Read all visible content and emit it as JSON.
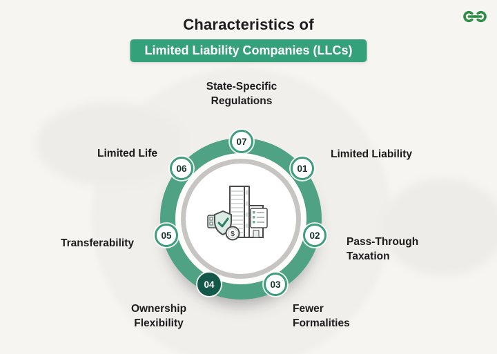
{
  "page": {
    "title": "Characteristics of",
    "badge": "Limited Liability Companies (LLCs)"
  },
  "icons": {
    "logo": "geeksforgeeks-logo",
    "center_illustration": "office-building-with-shield-check-and-dollar-coin"
  },
  "colors": {
    "bg": "#f6f5f2",
    "ring_green": "#4fa284",
    "badge_green": "#35a17b",
    "node_border": "#3f9d7e",
    "node_dark": "#14584a",
    "logo_green": "#2f8d46",
    "text_dark": "#1e1e1e",
    "gray_ring": "#c7c5c2"
  },
  "diagram": {
    "coin_symbol": "$",
    "items": [
      {
        "number": "01",
        "label": "Limited Liability"
      },
      {
        "number": "02",
        "label": "Pass-Through Taxation"
      },
      {
        "number": "03",
        "label": "Fewer Formalities"
      },
      {
        "number": "04",
        "label": "Ownership Flexibility"
      },
      {
        "number": "05",
        "label": "Transferability"
      },
      {
        "number": "06",
        "label": "Limited Life"
      },
      {
        "number": "07",
        "label": "State-Specific Regulations"
      }
    ]
  }
}
